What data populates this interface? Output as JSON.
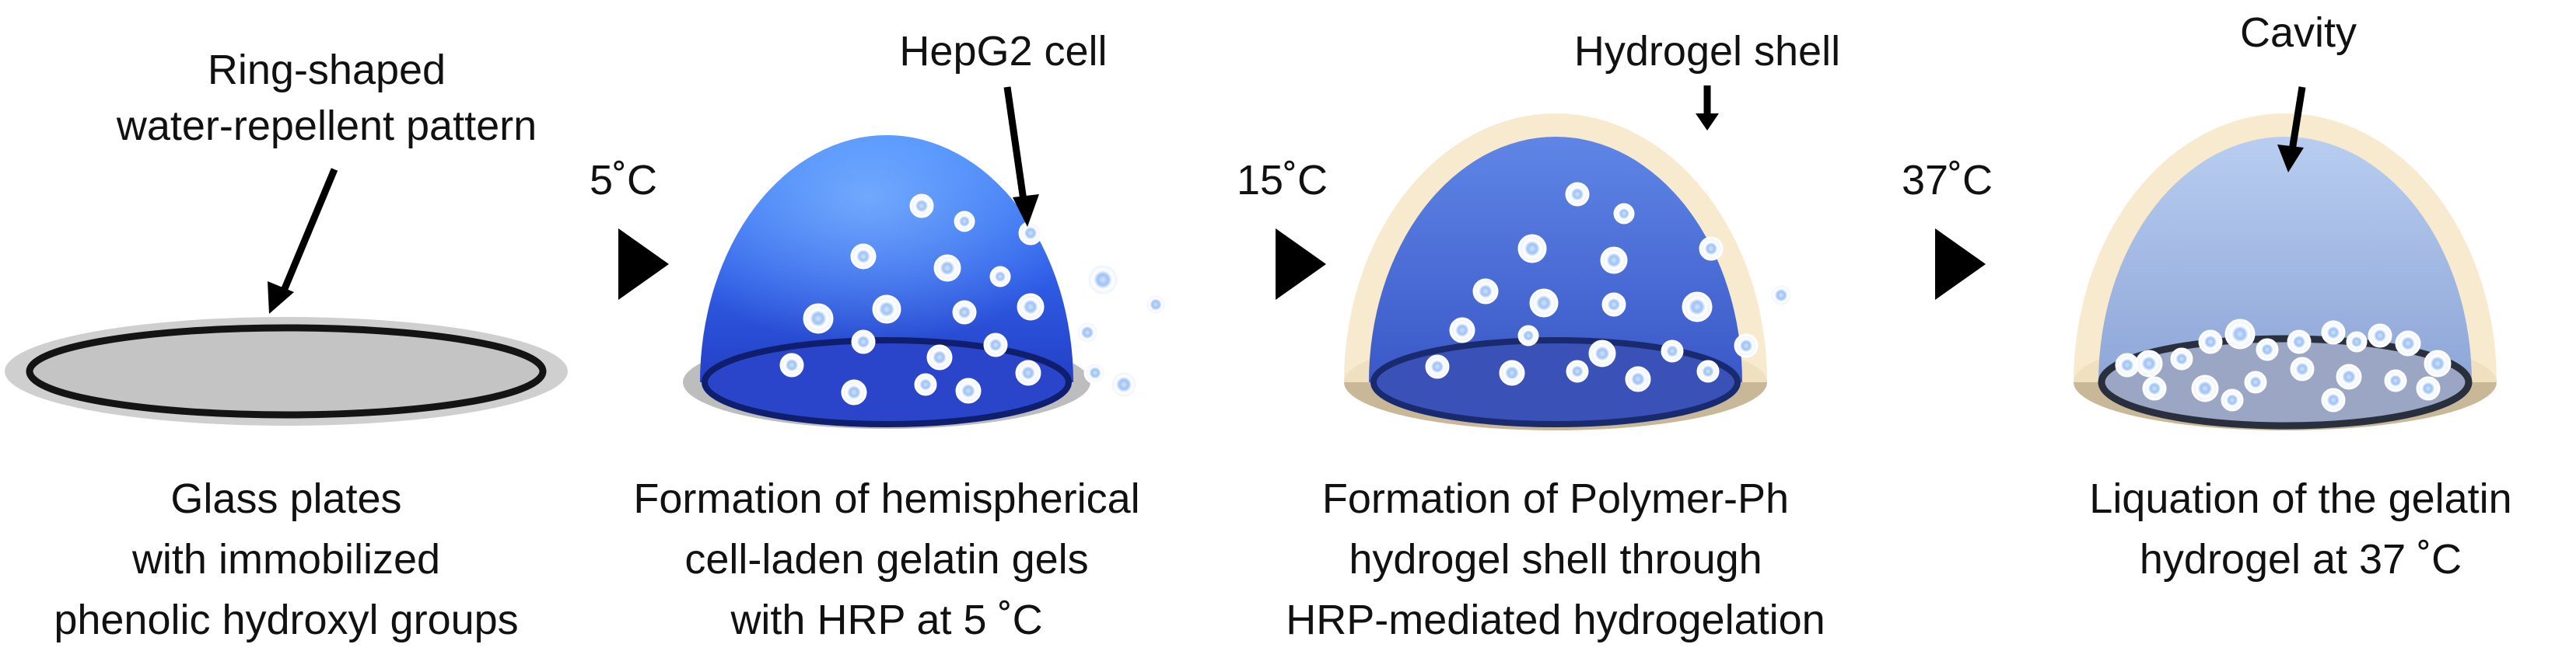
{
  "colors": {
    "plate_gray": "#c9c9c9",
    "ring_dark": "#161616",
    "gel_blue": "#2f5fe0",
    "shell_cream": "#f3dfb8",
    "cell_white": "#f2f6ff",
    "arrow_black": "#000000"
  },
  "steps": [
    {
      "annotation_lines": [
        "Ring-shaped",
        "water-repellent pattern"
      ],
      "caption_lines": [
        "Glass plates",
        "with  immobilized",
        "phenolic hydroxyl groups"
      ]
    },
    {
      "temperature": "5˚C",
      "annotation_lines": [
        "HepG2 cell"
      ],
      "caption_lines": [
        "Formation of hemispherical",
        "cell-laden gelatin gels",
        "with HRP at 5 ˚C"
      ]
    },
    {
      "temperature": "15˚C",
      "annotation_lines": [
        "Hydrogel shell"
      ],
      "caption_lines": [
        "Formation of Polymer-Ph",
        "hydrogel shell through",
        "HRP-mediated hydrogelation"
      ]
    },
    {
      "temperature": "37˚C",
      "annotation_lines": [
        "Cavity"
      ],
      "caption_lines": [
        "Liquation of the gelatin",
        "hydrogel at 37 ˚C"
      ]
    }
  ],
  "icons": [
    "pointer-arrow-icon",
    "process-arrow-icon",
    "cell-icon"
  ]
}
